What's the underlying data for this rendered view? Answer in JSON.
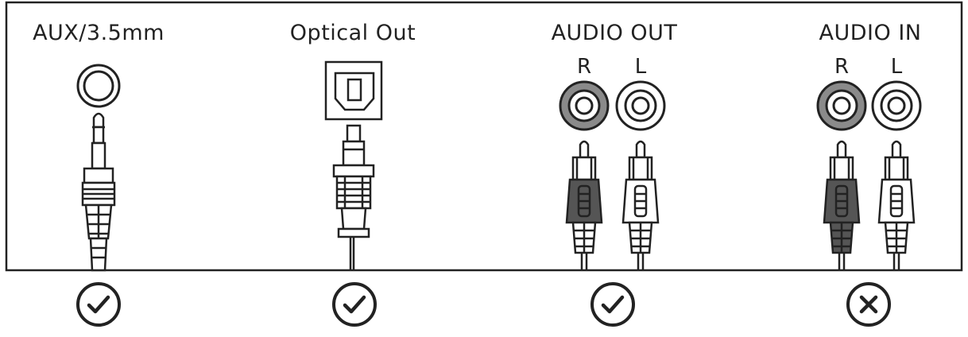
{
  "colors": {
    "ink": "#222222",
    "plug_dark": "#555555",
    "plug_white": "#ffffff",
    "jack_ring_gray": "#8a8a8a"
  },
  "connectors": [
    {
      "label": "AUX/3.5mm",
      "type": "aux-3.5mm",
      "supported": true,
      "status_icon": "check-circle-icon"
    },
    {
      "label": "Optical Out",
      "type": "optical",
      "supported": true,
      "status_icon": "check-circle-icon"
    },
    {
      "label": "AUDIO OUT",
      "type": "rca",
      "channels": [
        "R",
        "L"
      ],
      "supported": true,
      "status_icon": "check-circle-icon"
    },
    {
      "label": "AUDIO IN",
      "type": "rca",
      "channels": [
        "R",
        "L"
      ],
      "supported": false,
      "status_icon": "x-circle-icon"
    }
  ]
}
